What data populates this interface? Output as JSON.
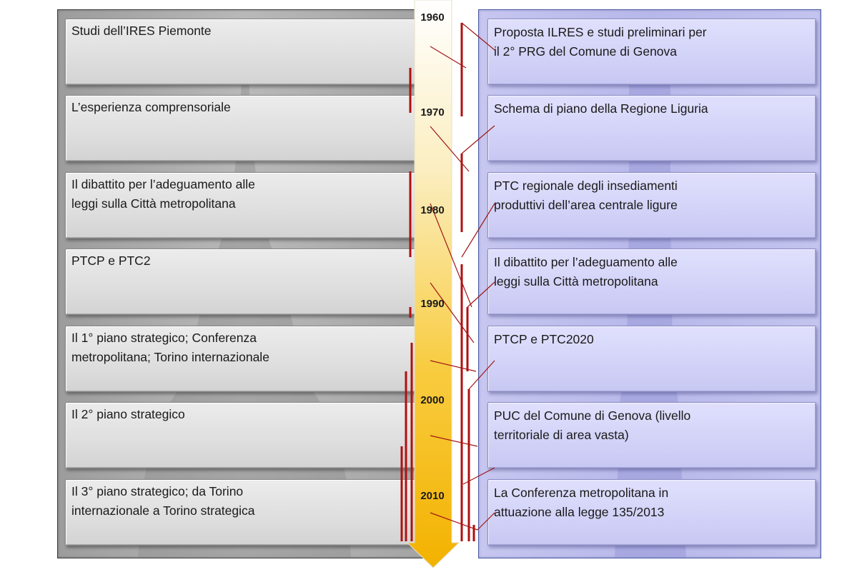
{
  "timeline": {
    "years": [
      "1960",
      "1970",
      "1980",
      "1990",
      "2000",
      "2010"
    ],
    "colors": {
      "arrow_top": "#ffffff",
      "arrow_bottom": "#f6b800",
      "connector": "#a01818"
    }
  },
  "left_panel": {
    "items": [
      {
        "text": "Studi dell’IRES Piemonte"
      },
      {
        "text": "L’esperienza comprensoriale"
      },
      {
        "text": "Il dibattito per l’adeguamento alle\nleggi sulla Città metropolitana"
      },
      {
        "text": "PTCP e PTC2"
      },
      {
        "text": "Il 1° piano strategico; Conferenza\nmetropolitana; Torino internazionale"
      },
      {
        "text": "Il 2° piano strategico"
      },
      {
        "text": "Il 3° piano strategico; da Torino\ninternazionale a Torino strategica"
      }
    ]
  },
  "right_panel": {
    "items": [
      {
        "text": "Proposta ILRES e studi preliminari per\nil 2° PRG del Comune di Genova"
      },
      {
        "text": "Schema di piano della Regione Liguria"
      },
      {
        "text": "PTC regionale degli insediamenti\nproduttivi dell’area centrale ligure"
      },
      {
        "text": "Il dibattito per l’adeguamento alle\nleggi sulla Città metropolitana"
      },
      {
        "text": "PTCP e PTC2020"
      },
      {
        "text": "PUC del Comune di Genova (livello\nterritoriale di area vasta)"
      },
      {
        "text": "La Conferenza metropolitana in\nattuazione alla legge 135/2013"
      }
    ]
  }
}
